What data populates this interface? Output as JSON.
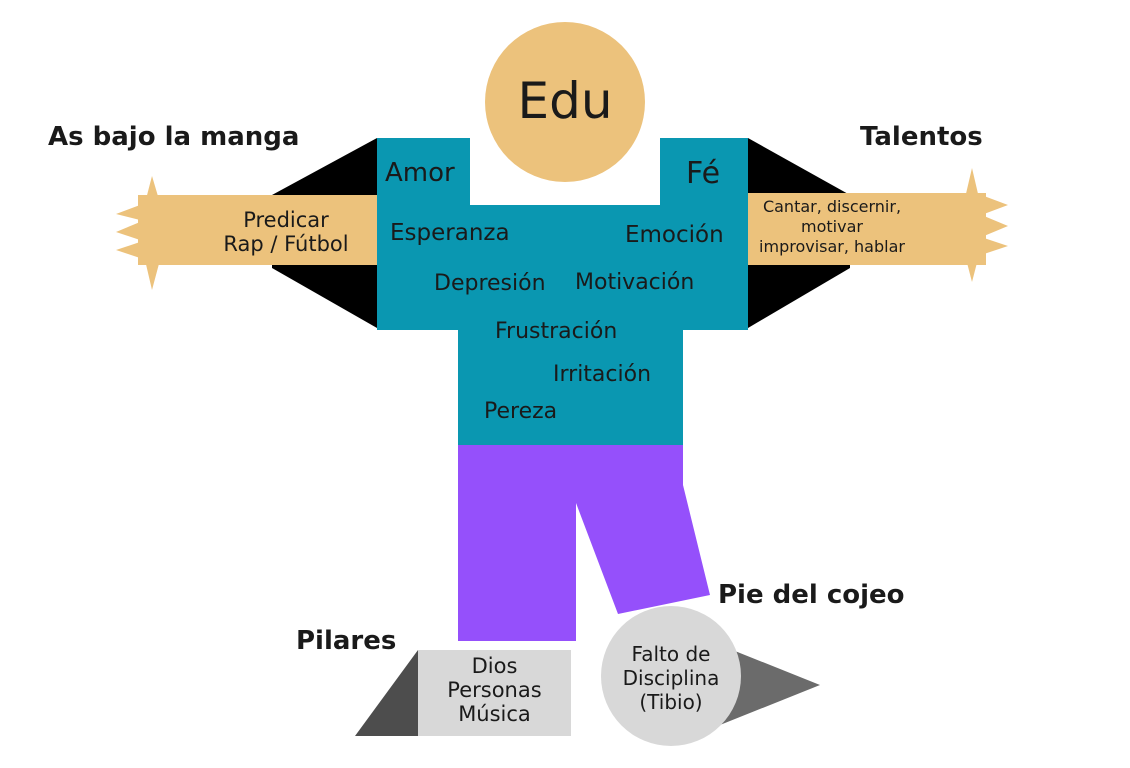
{
  "colors": {
    "head": "#ecc27c",
    "torso": "#0a97b1",
    "pants": "#9550fb",
    "arms": "#ecc27c",
    "shoulders": "#000000",
    "pillar_box": "#d8d8d8",
    "pillar_wedge": "#4d4d4d",
    "foot_circle": "#d8d8d8",
    "foot_wedge": "#6b6b6b"
  },
  "head": {
    "name": "Edu"
  },
  "labels": {
    "left_arm_title": "As bajo la manga",
    "right_arm_title": "Talentos",
    "pillars_title": "Pilares",
    "foot_title": "Pie del cojeo"
  },
  "left_arm": {
    "lines": [
      "Predicar",
      "Rap / Fútbol"
    ]
  },
  "right_arm": {
    "lines": [
      "Cantar, discernir,",
      "motivar",
      "improvisar, hablar"
    ]
  },
  "torso_words": {
    "amor": "Amor",
    "fe": "Fé",
    "esperanza": "Esperanza",
    "emocion": "Emoción",
    "depresion": "Depresión",
    "motivacion": "Motivación",
    "frustracion": "Frustración",
    "irritacion": "Irritación",
    "pereza": "Pereza"
  },
  "pillars": {
    "lines": [
      "Dios",
      "Personas",
      "Música"
    ]
  },
  "foot": {
    "lines": [
      "Falto de",
      "Disciplina",
      "(Tibio)"
    ]
  }
}
